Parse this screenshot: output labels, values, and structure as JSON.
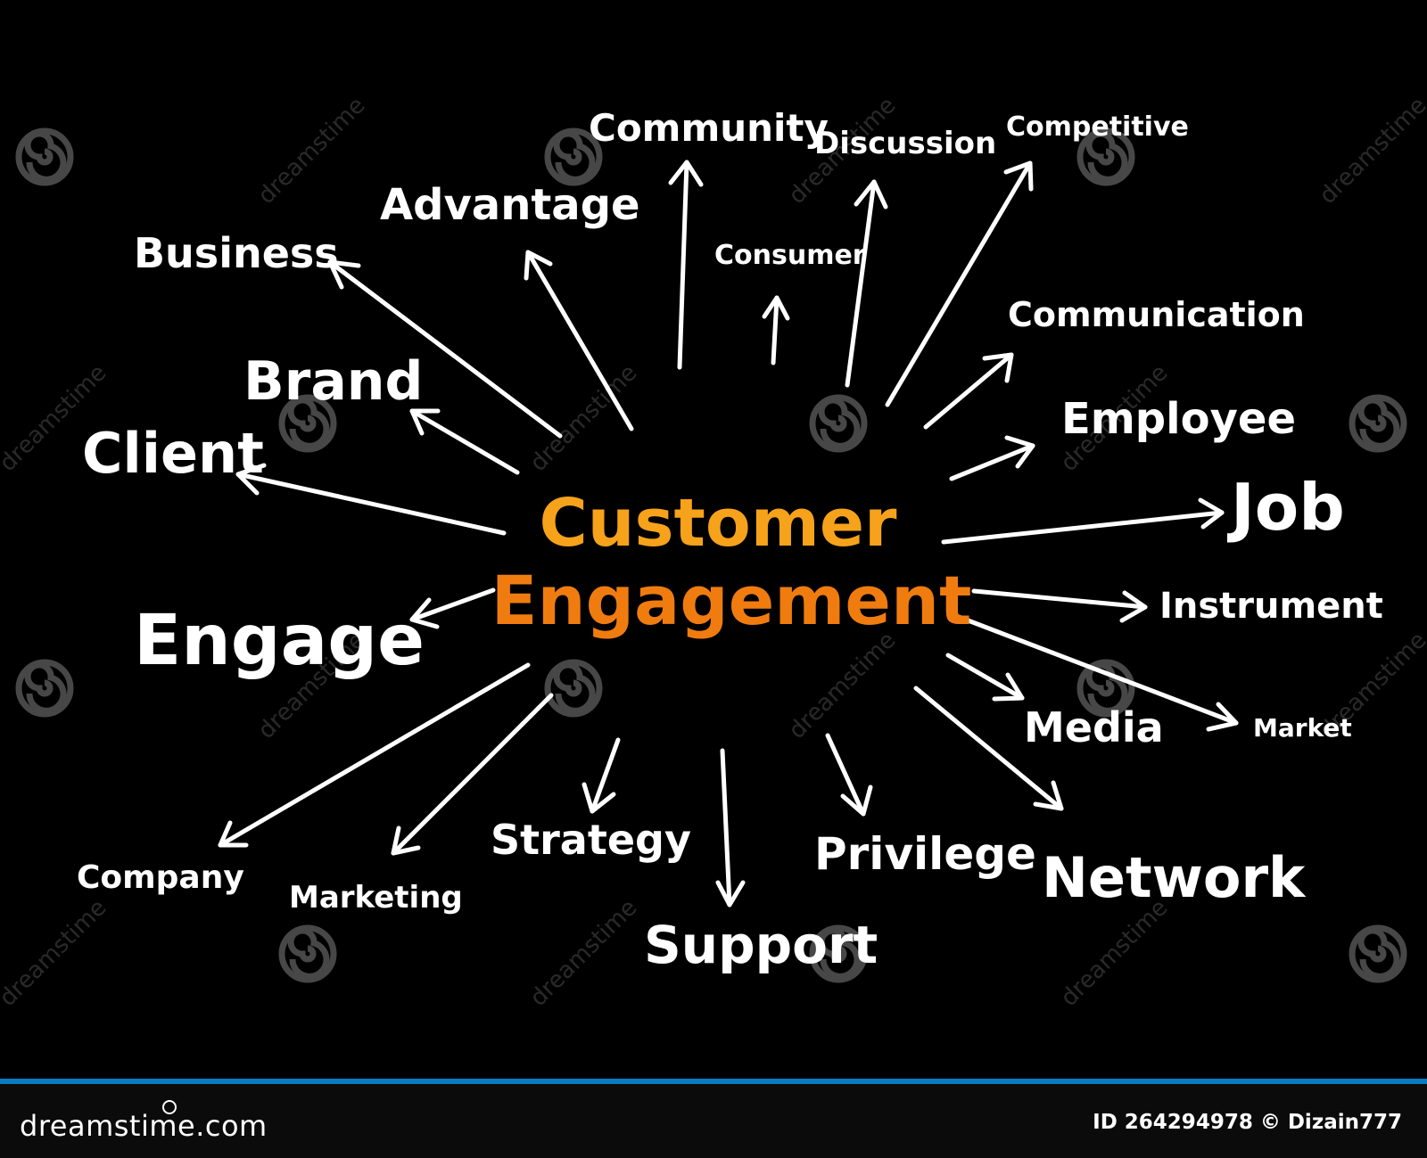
{
  "center": {
    "line1": "Customer",
    "line2": "Engagement",
    "color_top": "#f6a21a",
    "color_bottom": "#f07c10"
  },
  "words": {
    "community": "Community",
    "discussion": "Discussion",
    "competitive": "Competitive",
    "advantage": "Advantage",
    "business": "Business",
    "consumer": "Consumer",
    "communication": "Communication",
    "brand": "Brand",
    "employee": "Employee",
    "client": "Client",
    "job": "Job",
    "engage": "Engage",
    "instrument": "Instrument",
    "media": "Media",
    "market": "Market",
    "company": "Company",
    "marketing": "Marketing",
    "strategy": "Strategy",
    "support": "Support",
    "privilege": "Privilege",
    "network": "Network"
  },
  "watermark": {
    "text": "dreamstime"
  },
  "footer": {
    "brand": "dreamstime.com",
    "credit": "ID 264294978 © Dizain777",
    "accent_color": "#0a7cc2"
  }
}
